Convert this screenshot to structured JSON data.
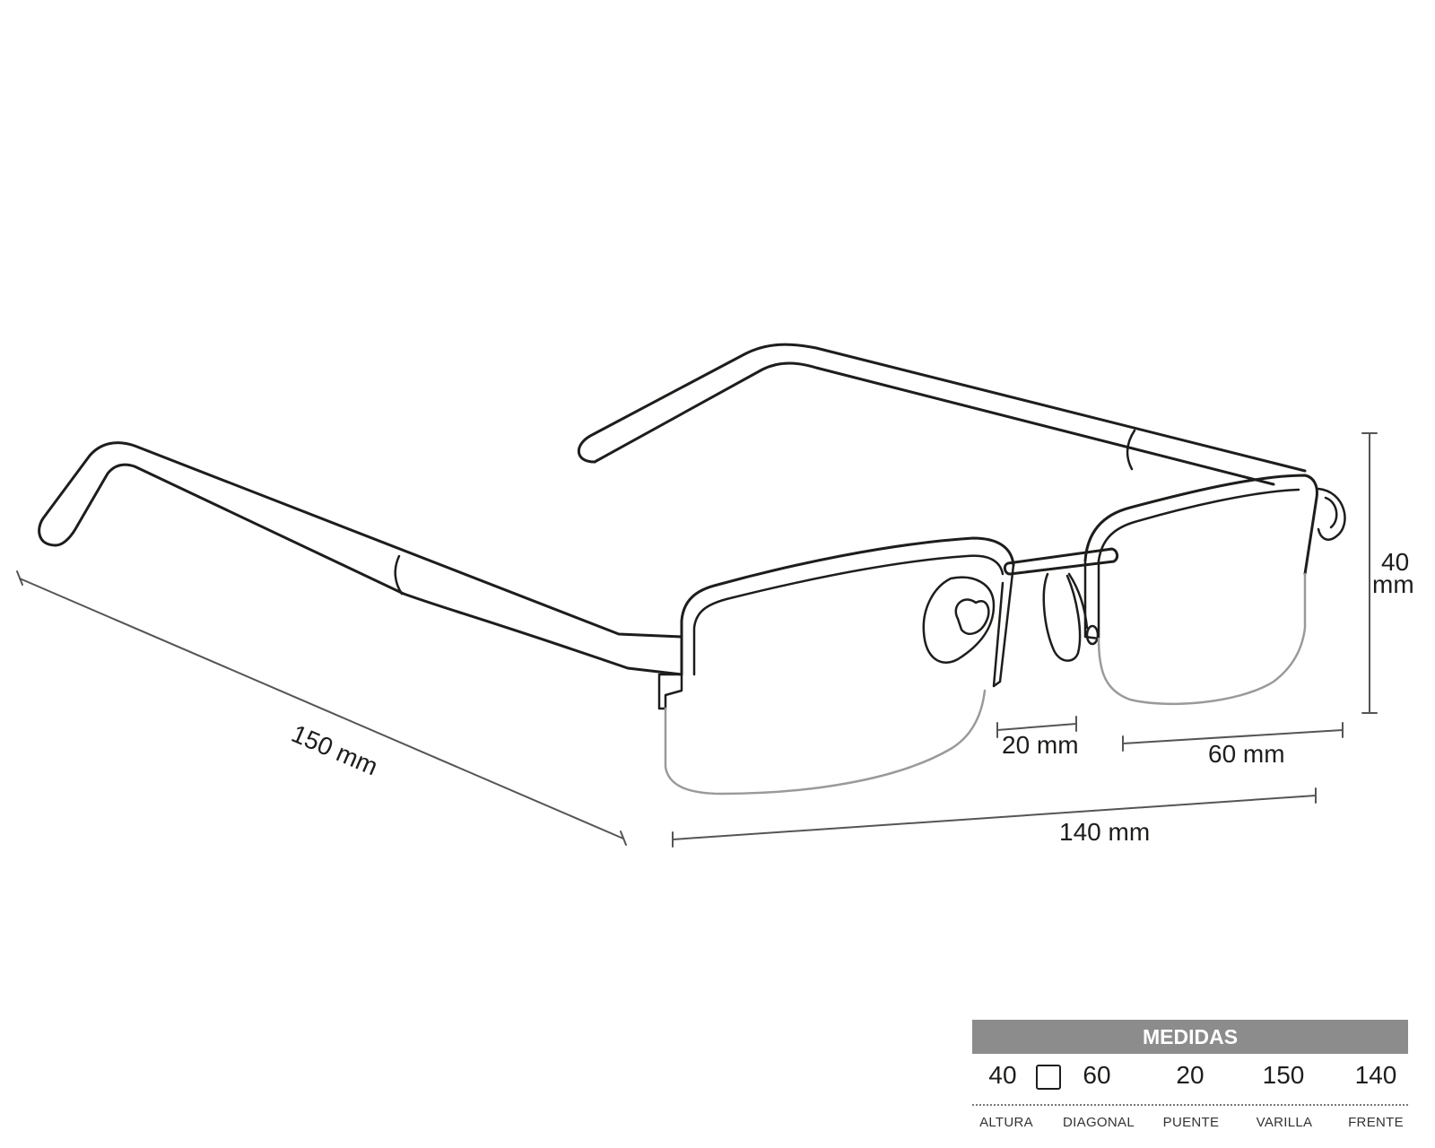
{
  "dimensions": {
    "temple_length": "150 mm",
    "frame_width": "140 mm",
    "bridge_width": "20 mm",
    "lens_width": "60 mm",
    "lens_height_value": "40",
    "lens_height_unit": "mm"
  },
  "medidas": {
    "title": "MEDIDAS",
    "values": {
      "altura": "40",
      "diagonal": "60",
      "puente": "20",
      "varilla": "150",
      "frente": "140"
    },
    "labels": {
      "altura": "ALTURA",
      "diagonal": "DIAGONAL",
      "puente": "PUENTE",
      "varilla": "VARILLA",
      "frente": "FRENTE"
    },
    "shape_icon": "square-lens-shape-icon"
  },
  "colors": {
    "outline": "#1d1d1b",
    "lens_bottom": "#9a9a9a",
    "header_bg": "#8c8c8c"
  }
}
